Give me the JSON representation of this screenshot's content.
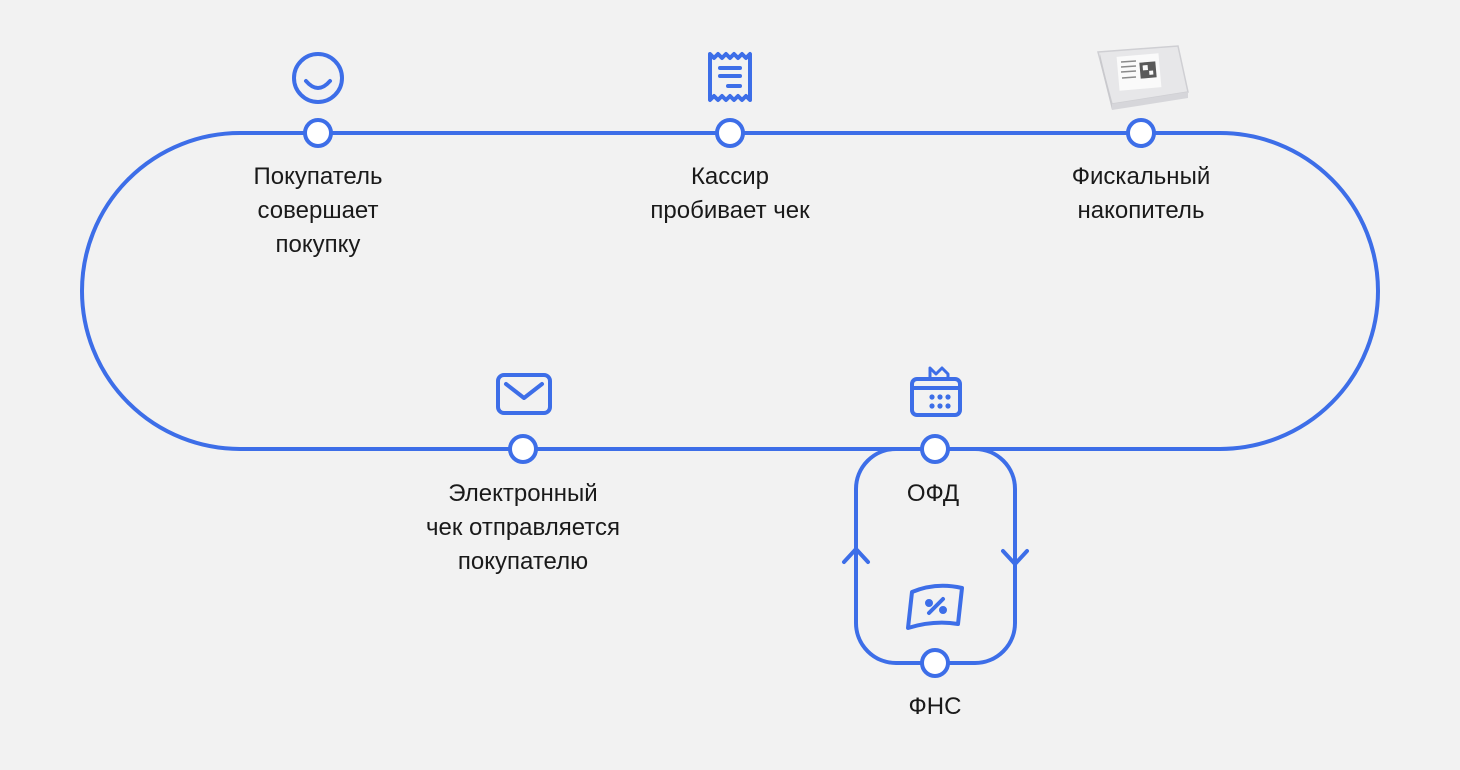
{
  "colors": {
    "background": "#f2f2f2",
    "accent": "#3d6ee8",
    "text": "#1a1a1a",
    "node_fill": "#ffffff"
  },
  "nodes": [
    {
      "id": "buyer",
      "icon": "smile-icon",
      "label": "Покупатель\nсовершает\nпокупку"
    },
    {
      "id": "cashier",
      "icon": "receipt-icon",
      "label": "Кассир\nпробивает чек"
    },
    {
      "id": "fn",
      "icon": "fiscal-drive-image",
      "label": "Фискальный\nнакопитель"
    },
    {
      "id": "email",
      "icon": "envelope-icon",
      "label": "Электронный\nчек отправляется\nпокупателю"
    },
    {
      "id": "ofd",
      "icon": "calendar-register-icon",
      "label": "ОФД"
    },
    {
      "id": "fns",
      "icon": "tax-percent-icon",
      "label": "ФНС"
    }
  ]
}
